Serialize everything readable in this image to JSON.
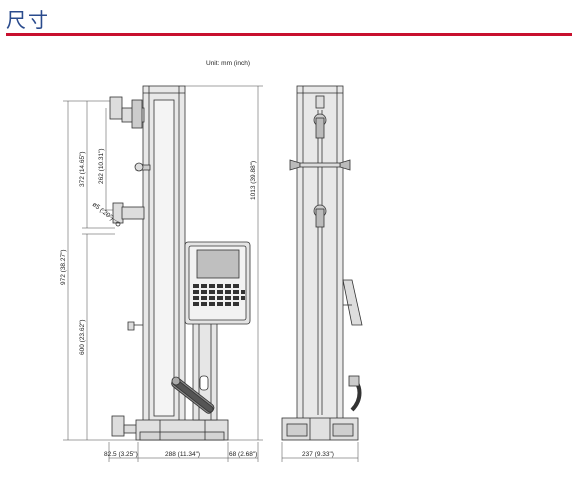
{
  "header": {
    "title": "尺寸"
  },
  "unit_note": "Unit: mm (inch)",
  "dimensions": {
    "d372": "372 (14.65\")",
    "d262": "262 (10.31\")",
    "d20": "ø5 (.20\")",
    "d972": "972 (38.27\")",
    "d600": "600 (23.62\")",
    "d1013": "1013 (39.88\")",
    "d825": "82.5 (3.25\")",
    "d288": "288 (11.34\")",
    "d68": "68 (2.68\")",
    "d237": "237 (9.33\")"
  },
  "colors": {
    "title": "#2a4b8d",
    "rule": "#c8102e",
    "line": "#333333",
    "fill": "#e6e6e6"
  }
}
